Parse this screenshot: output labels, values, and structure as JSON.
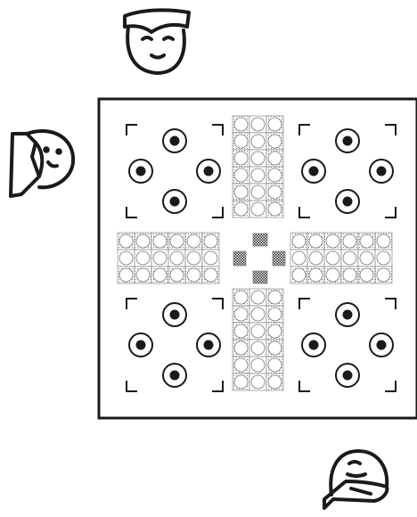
{
  "game": {
    "name": "",
    "colors": {
      "ink": "#1a1a1a",
      "paper": "#ffffff",
      "track_stroke": "#666666",
      "track_fill": "#f3f3f3"
    },
    "players": [
      {
        "seat": "top",
        "icon": "player-face-front-icon",
        "pawns_at_home": 4,
        "home_corner": "top-left"
      },
      {
        "seat": "left",
        "icon": "player-face-side-icon",
        "pawns_at_home": 4,
        "home_corner": "top-right"
      },
      {
        "seat": "bottom-right",
        "icon": "player-face-back-icon",
        "pawns_at_home": 4,
        "home_corner": "bottom-right"
      },
      {
        "seat": "hidden",
        "icon": "",
        "pawns_at_home": 4,
        "home_corner": "bottom-left"
      }
    ],
    "board": {
      "arms": [
        "top",
        "left",
        "right",
        "bottom"
      ],
      "lanes_per_arm": 3,
      "cells_per_lane": 6,
      "home_slots_per_corner": 4,
      "center": "finish-home"
    }
  }
}
